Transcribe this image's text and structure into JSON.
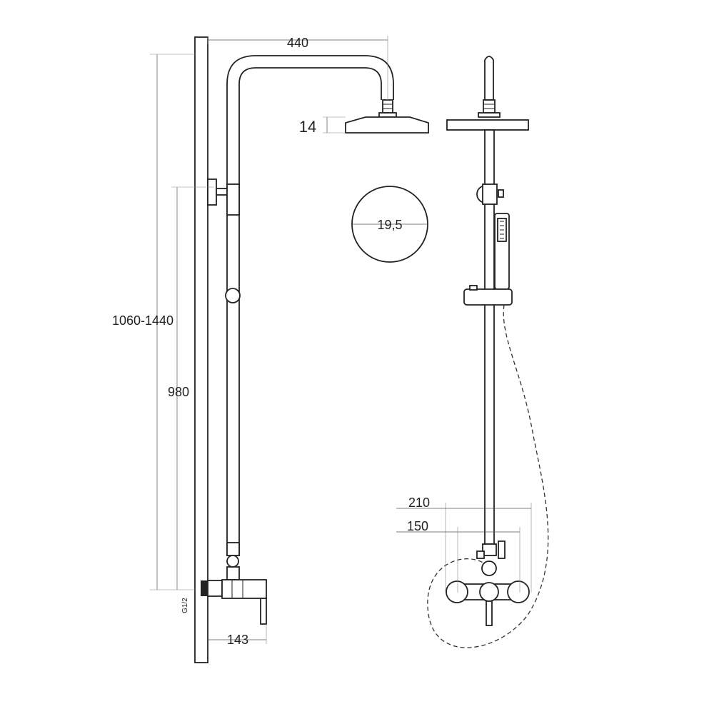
{
  "dimensions": {
    "arm_reach": "440",
    "head_thickness": "14",
    "head_diameter": "19,5",
    "height_range": "1060-1440",
    "rail_height": "980",
    "wall_offset": "143",
    "inlet_thread": "G1/2",
    "outer_width": "210",
    "center_distance": "150"
  }
}
